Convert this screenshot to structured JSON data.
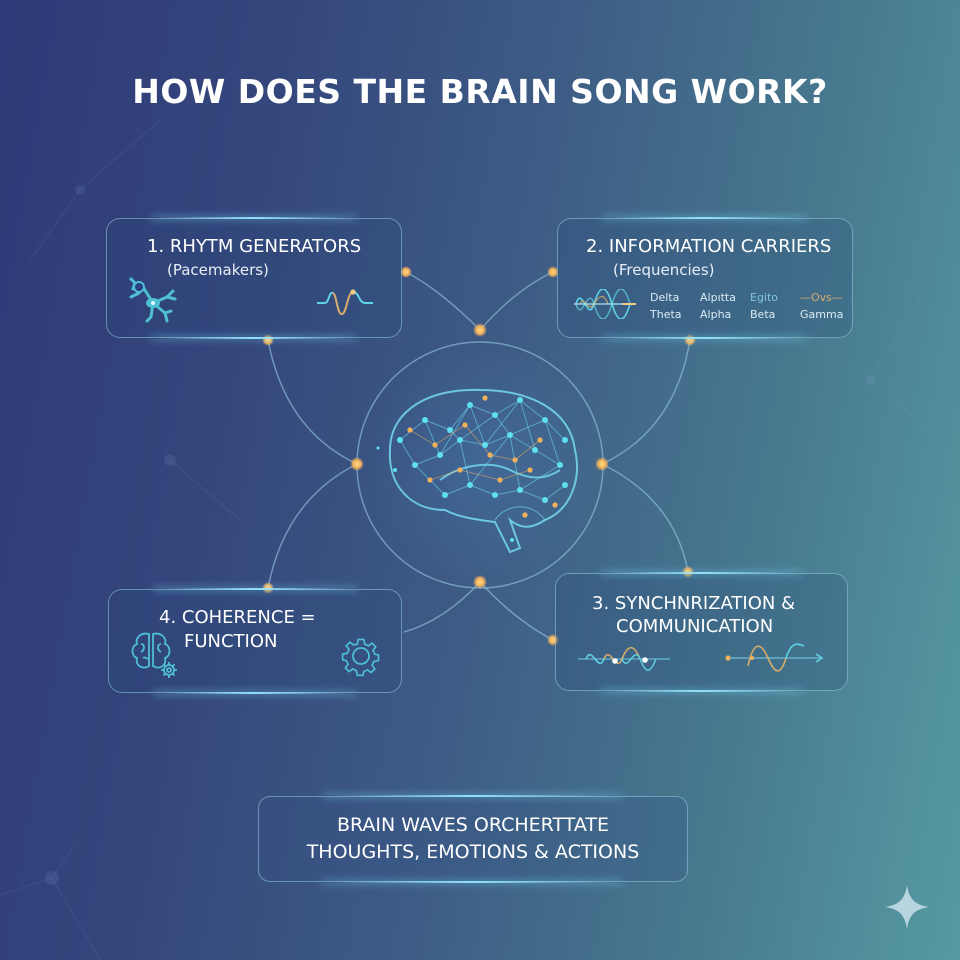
{
  "title": "HOW DOES THE BRAIN SONG WORK?",
  "colors": {
    "background_left": "#2f3a78",
    "background_right": "#569aa2",
    "accent_cyan": "#5fd3e6",
    "accent_amber": "#f2b25a",
    "card_border": "#96cde1"
  },
  "center": {
    "label": "brain-network-illustration"
  },
  "cards": [
    {
      "number": "1.",
      "title_line1": "1. RHYTM GENERATORS",
      "subtitle": "(Pacemakers)",
      "icons": [
        "neuron-icon",
        "waveform-icon"
      ]
    },
    {
      "number": "2.",
      "title_line1": "2. INFORMATION CARRIERS",
      "subtitle": "(Frequencies)",
      "icons": [
        "multi-wave-icon"
      ],
      "frequency_grid": {
        "row1": [
          "Delta",
          "Alpıtta",
          "Egito",
          "—Ovs—"
        ],
        "row2": [
          "Theta",
          "Alpha",
          "Beta",
          "Gamma"
        ]
      }
    },
    {
      "number": "3.",
      "title_line1": "3. SYNCHNRIZATION &",
      "title_line2": "COMMUNICATION",
      "icons": [
        "sync-wave-icon",
        "wave-arrow-icon"
      ]
    },
    {
      "number": "4.",
      "title_line1": "4. COHERENCE =",
      "title_line2": "FUNCTION",
      "icons": [
        "brain-gear-icon",
        "gear-icon"
      ]
    }
  ],
  "summary": {
    "line1": "BRAIN WAVES ORCHERTTATE",
    "line2": "THOUGHTS, EMOTIONS & ACTIONS"
  },
  "corner_icon": "sparkle-icon"
}
